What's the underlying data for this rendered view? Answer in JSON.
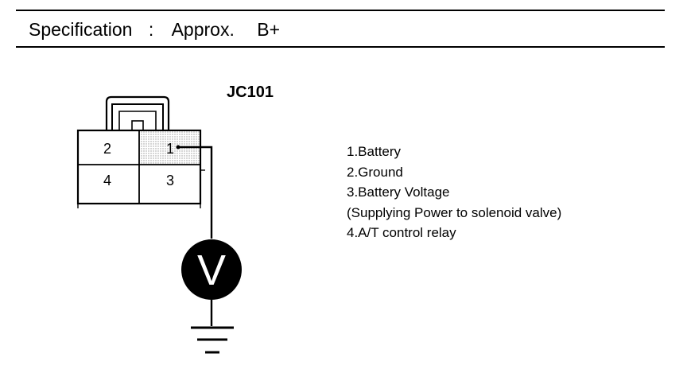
{
  "specification": {
    "label": "Specification",
    "separator": ":",
    "approx": "Approx.",
    "value": "B+"
  },
  "connector": {
    "name": "JC101",
    "pins": [
      {
        "number": "1"
      },
      {
        "number": "2"
      },
      {
        "number": "3"
      },
      {
        "number": "4"
      }
    ],
    "highlighted_pin": "1"
  },
  "meter": {
    "symbol": "V"
  },
  "legend": {
    "lines": [
      "1.Battery",
      "2.Ground",
      "3.Battery Voltage",
      "(Supplying Power to solenoid valve)",
      "4.A/T control relay"
    ]
  }
}
